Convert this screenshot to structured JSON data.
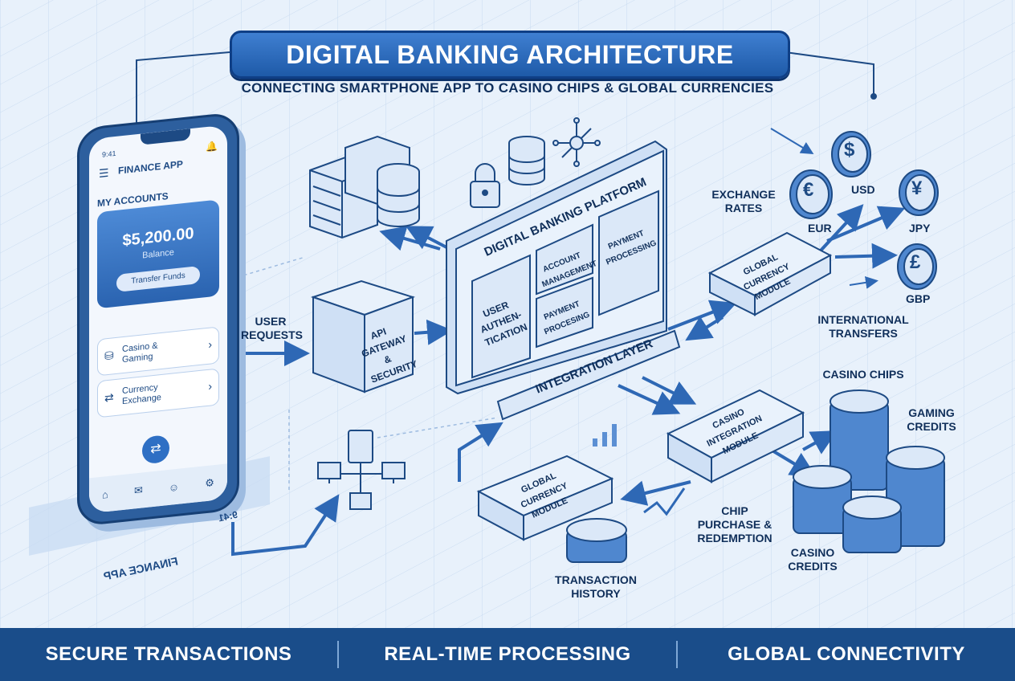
{
  "title": "DIGITAL BANKING ARCHITECTURE",
  "subtitle": "CONNECTING SMARTPHONE APP TO CASINO CHIPS & GLOBAL CURRENCIES",
  "phone": {
    "status": "9:41",
    "app_name": "FINANCE APP",
    "accounts_label": "MY ACCOUNTS",
    "balance": "$5,200.00",
    "balance_label": "Balance",
    "transfer_button": "Transfer Funds",
    "menu_items": [
      {
        "label": "Casino & Gaming",
        "icon": "chips-icon"
      },
      {
        "label": "Currency Exchange",
        "icon": "exchange-icon"
      }
    ],
    "mirror_label": "FINANCE APP",
    "mirror_status": "9:41"
  },
  "labels": {
    "user_requests": "USER REQUESTS",
    "api_gateway": "API GATEWAY & SECURITY",
    "platform": "DIGITAL BANKING PLATFORM",
    "user_auth": "USER AUTHEN-TICATION",
    "account_mgmt": "ACCOUNT MANAGEMENT",
    "payment_processing": "PAYMENT PROCESSING",
    "payment_processing_2": "PAYMENT PROCESING",
    "integration_layer": "INTEGRATION LAYER",
    "global_currency_module": "GLOBAL CURRENCY MODULE",
    "casino_integration_module": "CASINO INTEGRATION MODULE",
    "exchange_rates": "EXCHANGE RATES",
    "eur": "EUR",
    "usd": "USD",
    "jpy": "JPY",
    "gbp": "GBP",
    "international_transfers": "INTERNATIONAL TRANSFERS",
    "casino_chips": "CASINO CHIPS",
    "gaming_credits": "GAMING CREDITS",
    "chip_purchase": "CHIP PURCHASE & REDEMPTION",
    "casino_credits": "CASINO CREDITS",
    "transaction_history": "TRANSACTION HISTORY"
  },
  "currency_symbols": {
    "eur": "€",
    "usd": "$",
    "jpy": "¥",
    "gbp": "£"
  },
  "footer": [
    "SECURE TRANSACTIONS",
    "REAL-TIME PROCESSING",
    "GLOBAL CONNECTIVITY"
  ],
  "colors": {
    "primary": "#1e5aa8",
    "footer": "#1a4d8a",
    "background": "#e8f1fb"
  }
}
